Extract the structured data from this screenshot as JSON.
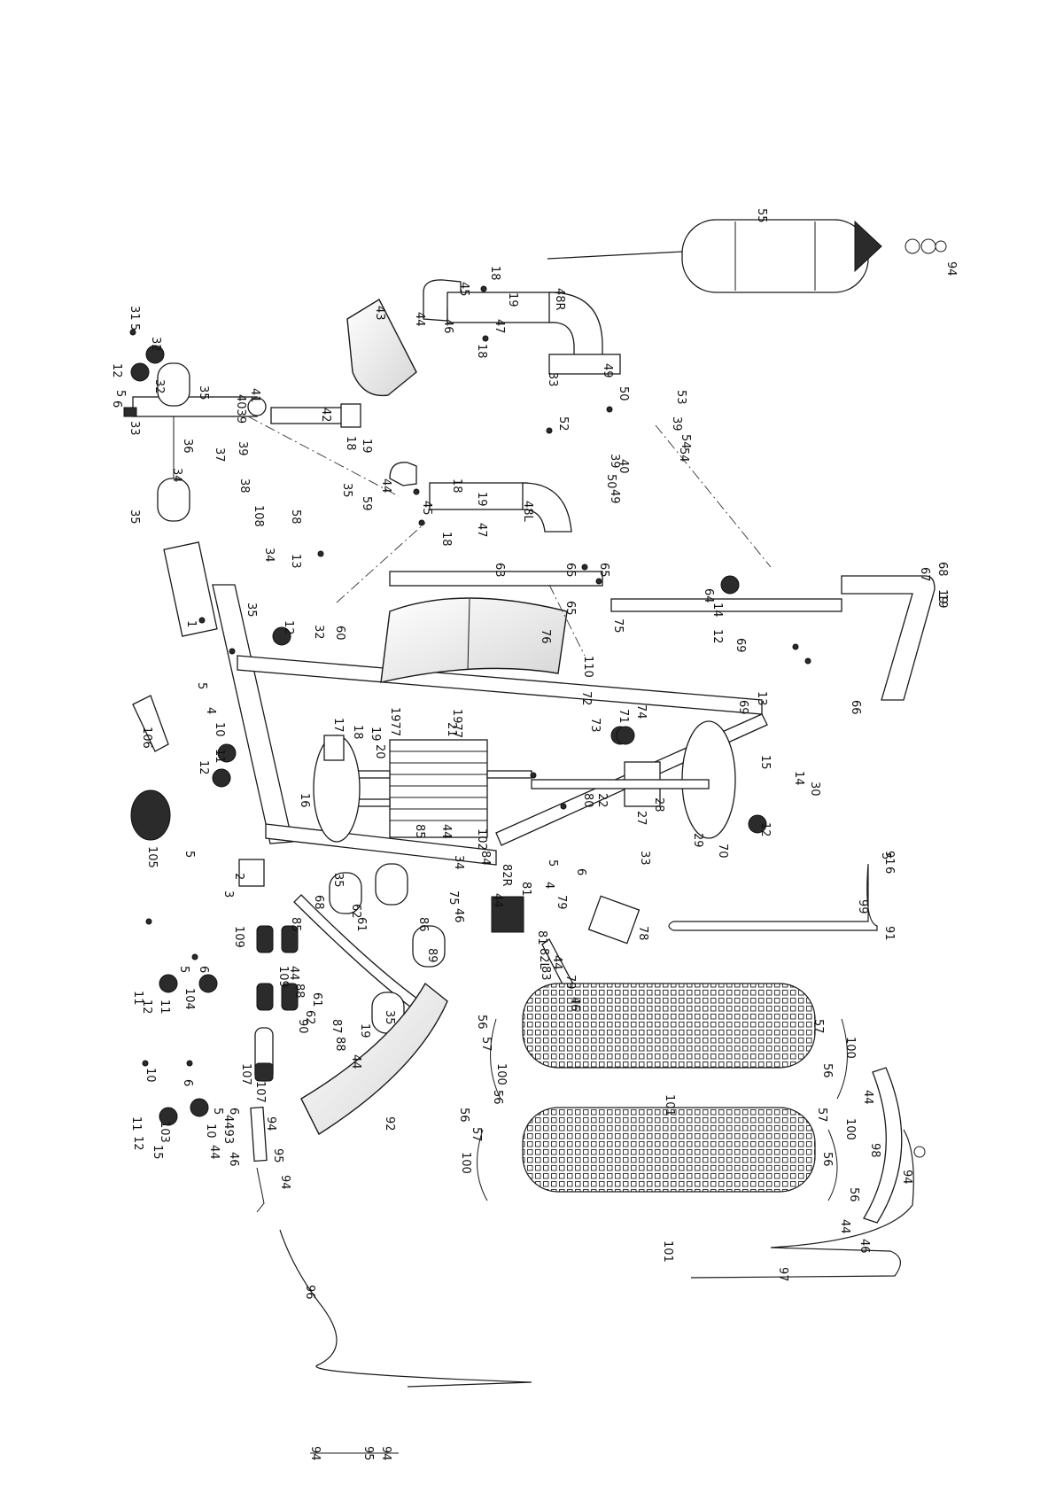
{
  "diagram": {
    "callouts": [
      {
        "id": "c55",
        "text": "55"
      },
      {
        "id": "c94a",
        "text": "94"
      },
      {
        "id": "c18a",
        "text": "18"
      },
      {
        "id": "c45a",
        "text": "45"
      },
      {
        "id": "c19a",
        "text": "19"
      },
      {
        "id": "c48R",
        "text": "48R"
      },
      {
        "id": "c44a",
        "text": "44"
      },
      {
        "id": "c46a",
        "text": "46"
      },
      {
        "id": "c47a",
        "text": "47"
      },
      {
        "id": "c18b",
        "text": "18"
      },
      {
        "id": "c43",
        "text": "43"
      },
      {
        "id": "c49a",
        "text": "49"
      },
      {
        "id": "c33a",
        "text": "33"
      },
      {
        "id": "c31",
        "text": "31"
      },
      {
        "id": "c5a",
        "text": "5"
      },
      {
        "id": "c32a",
        "text": "32"
      },
      {
        "id": "c12a",
        "text": "12"
      },
      {
        "id": "c32b",
        "text": "32"
      },
      {
        "id": "c5b",
        "text": "5"
      },
      {
        "id": "c6a",
        "text": "6"
      },
      {
        "id": "c35a",
        "text": "35"
      },
      {
        "id": "c4039",
        "text": "4039"
      },
      {
        "id": "c41",
        "text": "41"
      },
      {
        "id": "c42",
        "text": "42"
      },
      {
        "id": "c53",
        "text": "53"
      },
      {
        "id": "c50a",
        "text": "50"
      },
      {
        "id": "c52",
        "text": "52"
      },
      {
        "id": "c39a",
        "text": "39"
      },
      {
        "id": "c54a",
        "text": "54"
      },
      {
        "id": "c54b",
        "text": "54"
      },
      {
        "id": "c33b",
        "text": "33"
      },
      {
        "id": "c36",
        "text": "36"
      },
      {
        "id": "c37",
        "text": "37"
      },
      {
        "id": "c39b",
        "text": "39"
      },
      {
        "id": "c38",
        "text": "38"
      },
      {
        "id": "c18c",
        "text": "18"
      },
      {
        "id": "c19b",
        "text": "19"
      },
      {
        "id": "c34a",
        "text": "34"
      },
      {
        "id": "c35b",
        "text": "35"
      },
      {
        "id": "c44b",
        "text": "44"
      },
      {
        "id": "c45b",
        "text": "45"
      },
      {
        "id": "c18d",
        "text": "18"
      },
      {
        "id": "c19c",
        "text": "19"
      },
      {
        "id": "c48L",
        "text": "48L"
      },
      {
        "id": "c47b",
        "text": "47"
      },
      {
        "id": "c18e",
        "text": "18"
      },
      {
        "id": "c49b",
        "text": "49"
      },
      {
        "id": "c50b",
        "text": "50"
      },
      {
        "id": "c40",
        "text": "40"
      },
      {
        "id": "c39c",
        "text": "39"
      },
      {
        "id": "c108",
        "text": "108"
      },
      {
        "id": "c35c",
        "text": "35"
      },
      {
        "id": "c59",
        "text": "59"
      },
      {
        "id": "c58",
        "text": "58"
      },
      {
        "id": "c63",
        "text": "63"
      },
      {
        "id": "c65a",
        "text": "65"
      },
      {
        "id": "c65b",
        "text": "65"
      },
      {
        "id": "c65c",
        "text": "65"
      },
      {
        "id": "c64",
        "text": "64"
      },
      {
        "id": "c68",
        "text": "68"
      },
      {
        "id": "c67",
        "text": "67"
      },
      {
        "id": "c19d",
        "text": "19"
      },
      {
        "id": "c1",
        "text": "1"
      },
      {
        "id": "c34b",
        "text": "34"
      },
      {
        "id": "c13a",
        "text": "13"
      },
      {
        "id": "c35d",
        "text": "35"
      },
      {
        "id": "c12b",
        "text": "12"
      },
      {
        "id": "c32c",
        "text": "32"
      },
      {
        "id": "c60",
        "text": "60"
      },
      {
        "id": "c76",
        "text": "76"
      },
      {
        "id": "c75a",
        "text": "75"
      },
      {
        "id": "c110",
        "text": "110"
      },
      {
        "id": "c14a",
        "text": "14"
      },
      {
        "id": "c12c",
        "text": "12"
      },
      {
        "id": "c69a",
        "text": "69"
      },
      {
        "id": "c66",
        "text": "66"
      },
      {
        "id": "c5c",
        "text": "5"
      },
      {
        "id": "c4a",
        "text": "4"
      },
      {
        "id": "c106",
        "text": "106"
      },
      {
        "id": "c10a",
        "text": "10"
      },
      {
        "id": "c11a",
        "text": "11"
      },
      {
        "id": "c12d",
        "text": "12"
      },
      {
        "id": "c17",
        "text": "17"
      },
      {
        "id": "c18f",
        "text": "18"
      },
      {
        "id": "c19e",
        "text": "19"
      },
      {
        "id": "c1977a",
        "text": "1977"
      },
      {
        "id": "c1977b",
        "text": "1977"
      },
      {
        "id": "c20",
        "text": "20"
      },
      {
        "id": "c21",
        "text": "21"
      },
      {
        "id": "c72",
        "text": "72"
      },
      {
        "id": "c73",
        "text": "73"
      },
      {
        "id": "c71",
        "text": "71"
      },
      {
        "id": "c74",
        "text": "74"
      },
      {
        "id": "c69b",
        "text": "69"
      },
      {
        "id": "c13b",
        "text": "13"
      },
      {
        "id": "c15",
        "text": "15"
      },
      {
        "id": "c14b",
        "text": "14"
      },
      {
        "id": "c30",
        "text": "30"
      },
      {
        "id": "c12e",
        "text": "12"
      },
      {
        "id": "c105",
        "text": "105"
      },
      {
        "id": "c16",
        "text": "16"
      },
      {
        "id": "c22",
        "text": "22"
      },
      {
        "id": "c28",
        "text": "28"
      },
      {
        "id": "c27",
        "text": "27"
      },
      {
        "id": "c29",
        "text": "29"
      },
      {
        "id": "c70",
        "text": "70"
      },
      {
        "id": "c85a",
        "text": "85"
      },
      {
        "id": "c44c",
        "text": "44"
      },
      {
        "id": "c102",
        "text": "102"
      },
      {
        "id": "c84",
        "text": "84"
      },
      {
        "id": "c80",
        "text": "80"
      },
      {
        "id": "c33c",
        "text": "33"
      },
      {
        "id": "c2",
        "text": "2"
      },
      {
        "id": "c3",
        "text": "3"
      },
      {
        "id": "c35e",
        "text": "35"
      },
      {
        "id": "c34c",
        "text": "34"
      },
      {
        "id": "c75b",
        "text": "75"
      },
      {
        "id": "c46b",
        "text": "46"
      },
      {
        "id": "c82R",
        "text": "82R"
      },
      {
        "id": "c81a",
        "text": "81"
      },
      {
        "id": "c44d",
        "text": "44"
      },
      {
        "id": "c79a",
        "text": "79"
      },
      {
        "id": "c78",
        "text": "78"
      },
      {
        "id": "c99",
        "text": "99"
      },
      {
        "id": "c91a",
        "text": "91"
      },
      {
        "id": "c91b",
        "text": "91"
      },
      {
        "id": "c109a",
        "text": "109"
      },
      {
        "id": "c85b",
        "text": "85"
      },
      {
        "id": "c68b",
        "text": "68"
      },
      {
        "id": "c62a",
        "text": "62"
      },
      {
        "id": "c61a",
        "text": "61"
      },
      {
        "id": "c86",
        "text": "86"
      },
      {
        "id": "c89",
        "text": "89"
      },
      {
        "id": "c35f",
        "text": "35"
      },
      {
        "id": "c81b",
        "text": "81"
      },
      {
        "id": "c82L",
        "text": "82L"
      },
      {
        "id": "c83",
        "text": "83"
      },
      {
        "id": "c44e",
        "text": "44"
      },
      {
        "id": "c79b",
        "text": "79"
      },
      {
        "id": "c46c",
        "text": "46"
      },
      {
        "id": "c104",
        "text": "104"
      },
      {
        "id": "c109b",
        "text": "109"
      },
      {
        "id": "c44f",
        "text": "44"
      },
      {
        "id": "c88a",
        "text": "88"
      },
      {
        "id": "c61b",
        "text": "61"
      },
      {
        "id": "c62b",
        "text": "62"
      },
      {
        "id": "c90",
        "text": "90"
      },
      {
        "id": "c87",
        "text": "87"
      },
      {
        "id": "c88b",
        "text": "88"
      },
      {
        "id": "c19f",
        "text": "19"
      },
      {
        "id": "c44g",
        "text": "44"
      },
      {
        "id": "c107a",
        "text": "107"
      },
      {
        "id": "c107b",
        "text": "107"
      },
      {
        "id": "c56a",
        "text": "56"
      },
      {
        "id": "c57a",
        "text": "57"
      },
      {
        "id": "c100a",
        "text": "100"
      },
      {
        "id": "c56b",
        "text": "56"
      },
      {
        "id": "c101a",
        "text": "101"
      },
      {
        "id": "c57b",
        "text": "57"
      },
      {
        "id": "c100b",
        "text": "100"
      },
      {
        "id": "c56c",
        "text": "56"
      },
      {
        "id": "c92",
        "text": "92"
      },
      {
        "id": "c103",
        "text": "103"
      },
      {
        "id": "c56d",
        "text": "56"
      },
      {
        "id": "c57c",
        "text": "57"
      },
      {
        "id": "c100c",
        "text": "100"
      },
      {
        "id": "c101b",
        "text": "101"
      },
      {
        "id": "c56e",
        "text": "56"
      },
      {
        "id": "c100d",
        "text": "100"
      },
      {
        "id": "c57d",
        "text": "57"
      },
      {
        "id": "c56f",
        "text": "56"
      },
      {
        "id": "c44h",
        "text": "44"
      },
      {
        "id": "c98",
        "text": "98"
      },
      {
        "id": "c94b",
        "text": "94"
      },
      {
        "id": "c44i",
        "text": "44"
      },
      {
        "id": "c46d",
        "text": "46"
      },
      {
        "id": "c97",
        "text": "97"
      },
      {
        "id": "c4493",
        "text": "4493"
      },
      {
        "id": "c94c",
        "text": "94"
      },
      {
        "id": "c95a",
        "text": "95"
      },
      {
        "id": "c94d",
        "text": "94"
      },
      {
        "id": "c44j",
        "text": "44"
      },
      {
        "id": "c46e",
        "text": "46"
      },
      {
        "id": "c96",
        "text": "96"
      },
      {
        "id": "c94e",
        "text": "94"
      },
      {
        "id": "c95b",
        "text": "95"
      },
      {
        "id": "c94f",
        "text": "94"
      },
      {
        "id": "c11b",
        "text": "11"
      },
      {
        "id": "c12f",
        "text": "12"
      },
      {
        "id": "c11c",
        "text": "11"
      },
      {
        "id": "c5d",
        "text": "5"
      },
      {
        "id": "c6b",
        "text": "6"
      },
      {
        "id": "c10b",
        "text": "10"
      },
      {
        "id": "c11d",
        "text": "11"
      },
      {
        "id": "c12g",
        "text": "12"
      },
      {
        "id": "c15b",
        "text": "15"
      },
      {
        "id": "c6c",
        "text": "6"
      },
      {
        "id": "c10c",
        "text": "10"
      },
      {
        "id": "c5e",
        "text": "5"
      },
      {
        "id": "c6d",
        "text": "6"
      },
      {
        "id": "c5f",
        "text": "5"
      },
      {
        "id": "c6e",
        "text": "6"
      },
      {
        "id": "c5g",
        "text": "5"
      },
      {
        "id": "c4b",
        "text": "4"
      },
      {
        "id": "c6f",
        "text": "6"
      },
      {
        "id": "c5h",
        "text": "5"
      },
      {
        "id": "c19g",
        "text": "19"
      }
    ]
  }
}
